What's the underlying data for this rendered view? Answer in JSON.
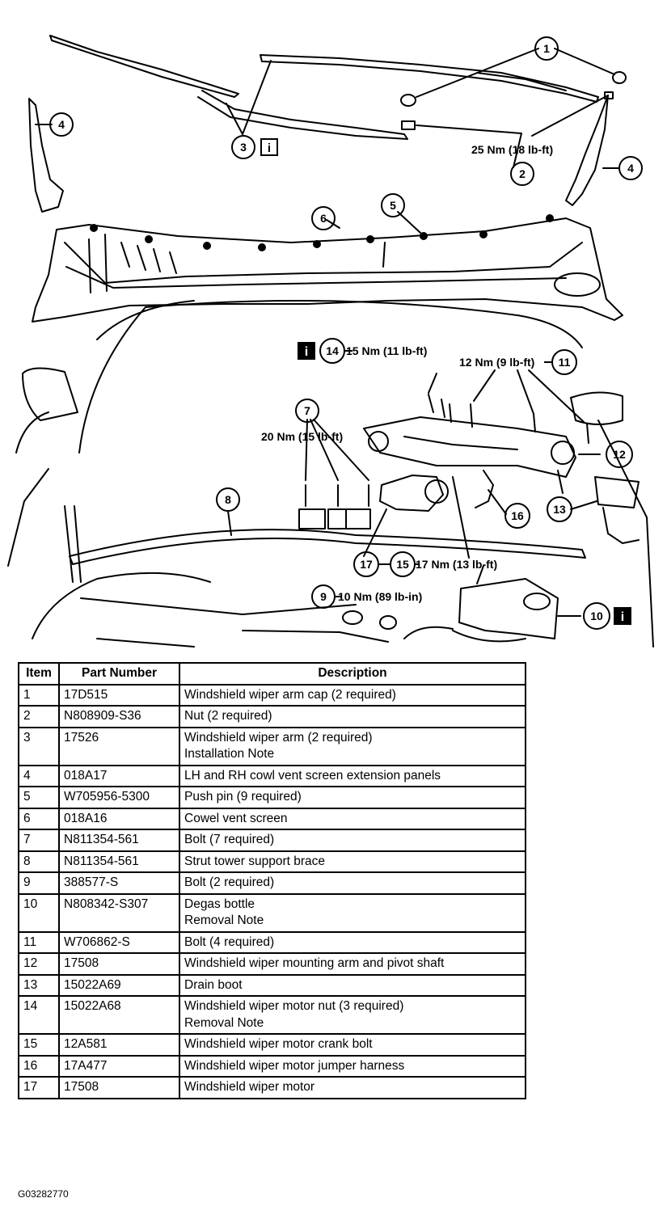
{
  "callouts": {
    "c1": "1",
    "c2": "2",
    "c3": "3",
    "c4a": "4",
    "c4b": "4",
    "c5": "5",
    "c6": "6",
    "c7": "7",
    "c8": "8",
    "c9": "9",
    "c10": "10",
    "c11": "11",
    "c12": "12",
    "c13": "13",
    "c14": "14",
    "c15": "15",
    "c16": "16",
    "c17": "17"
  },
  "torque": {
    "t2": "25 Nm (18 lb-ft)",
    "t14": "15 Nm (11 lb-ft)",
    "t11": "12 Nm (9 lb-ft)",
    "t7": "20 Nm (15 lb-ft)",
    "t15": "17 Nm (13 lb-ft)",
    "t9": "10 Nm (89 lb-in)"
  },
  "info_icon": "i",
  "table": {
    "headers": [
      "Item",
      "Part Number",
      "Description"
    ],
    "rows": [
      {
        "item": "1",
        "part": "17D515",
        "desc": "Windshield wiper arm cap (2 required)",
        "note": ""
      },
      {
        "item": "2",
        "part": "N808909-S36",
        "desc": "Nut (2 required)",
        "note": ""
      },
      {
        "item": "3",
        "part": "17526",
        "desc": "Windshield wiper arm (2 required)",
        "note": "Installation Note"
      },
      {
        "item": "4",
        "part": "018A17",
        "desc": "LH and RH cowl vent screen extension panels",
        "note": ""
      },
      {
        "item": "5",
        "part": "W705956-5300",
        "desc": "Push pin (9 required)",
        "note": ""
      },
      {
        "item": "6",
        "part": "018A16",
        "desc": "Cowel vent screen",
        "note": ""
      },
      {
        "item": "7",
        "part": "N811354-561",
        "desc": "Bolt (7 required)",
        "note": ""
      },
      {
        "item": "8",
        "part": "N811354-561",
        "desc": "Strut tower support brace",
        "note": ""
      },
      {
        "item": "9",
        "part": "388577-S",
        "desc": "Bolt (2 required)",
        "note": ""
      },
      {
        "item": "10",
        "part": "N808342-S307",
        "desc": "Degas bottle",
        "note": "Removal Note"
      },
      {
        "item": "11",
        "part": "W706862-S",
        "desc": "Bolt (4 required)",
        "note": ""
      },
      {
        "item": "12",
        "part": "17508",
        "desc": "Windshield wiper mounting arm and pivot shaft",
        "note": ""
      },
      {
        "item": "13",
        "part": "15022A69",
        "desc": "Drain boot",
        "note": ""
      },
      {
        "item": "14",
        "part": "15022A68",
        "desc": "Windshield wiper motor nut (3 required)",
        "note": "Removal Note"
      },
      {
        "item": "15",
        "part": "12A581",
        "desc": "Windshield wiper motor crank bolt",
        "note": ""
      },
      {
        "item": "16",
        "part": "17A477",
        "desc": "Windshield wiper motor jumper harness",
        "note": ""
      },
      {
        "item": "17",
        "part": "17508",
        "desc": "Windshield wiper motor",
        "note": ""
      }
    ]
  },
  "figure_id": "G03282770"
}
